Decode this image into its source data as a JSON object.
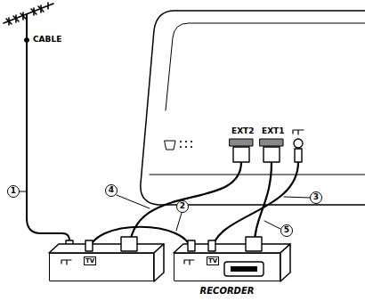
{
  "diagram": {
    "nodes": [
      {
        "text": [
          "EXT2",
          "EXT1"
        ]
      },
      {
        "text": [
          "TV"
        ]
      },
      {
        "text": [
          "TV",
          "RECORDER"
        ]
      }
    ],
    "edges": [
      {
        "from": 1,
        "to": 2,
        "arrow": "none"
      },
      {
        "from": 1,
        "to": 0,
        "arrow": "none"
      },
      {
        "from": 2,
        "to": 0,
        "arrow": "none"
      },
      {
        "from": 2,
        "to": 0,
        "arrow": "none"
      }
    ],
    "labels": [
      "CABLE",
      "1",
      "2",
      "3",
      "4",
      "5"
    ]
  }
}
